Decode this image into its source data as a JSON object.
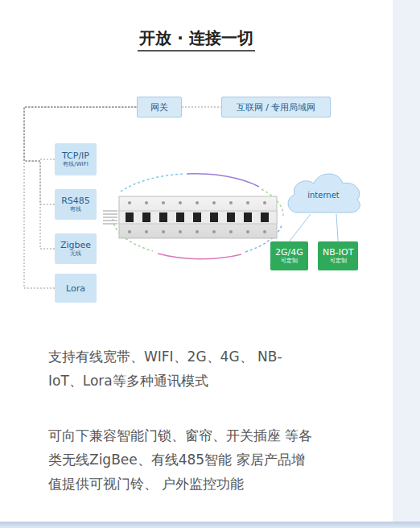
{
  "diagram": {
    "title": "开放 · 连接一切",
    "nodes": [
      {
        "text": [
          "网关"
        ]
      },
      {
        "text": [
          "互联网 / 专用局域网"
        ]
      },
      {
        "text": [
          "TCP/IP",
          "有线/WIFI"
        ]
      },
      {
        "text": [
          "RS485",
          "有线"
        ]
      },
      {
        "text": [
          "Zigbee",
          "无线"
        ]
      },
      {
        "text": [
          "Lora"
        ]
      },
      {
        "text": [
          "internet"
        ]
      },
      {
        "text": [
          "2G/4G",
          "可定制"
        ]
      },
      {
        "text": [
          "NB-IOT",
          "可定制"
        ]
      }
    ],
    "edges": [
      {
        "from": 0,
        "to": 1,
        "arrow": "none"
      },
      {
        "from": 2,
        "to": 0,
        "arrow": "none"
      },
      {
        "from": 3,
        "to": 0,
        "arrow": "none"
      },
      {
        "from": 4,
        "to": 0,
        "arrow": "none"
      },
      {
        "from": 5,
        "to": 0,
        "arrow": "none"
      },
      {
        "from": 6,
        "to": 7,
        "arrow": "none"
      },
      {
        "from": 6,
        "to": 8,
        "arrow": "none"
      }
    ],
    "labels": [
      "支持有线宽带、WIFI、2G、4G、 NB-IoT、Lora等多种通讯模式",
      "可向下兼容智能门锁、窗帘、开关插座 等各类无线ZigBee、有线485智能 家居产品增值提供可视门铃、 户外监控功能"
    ]
  }
}
